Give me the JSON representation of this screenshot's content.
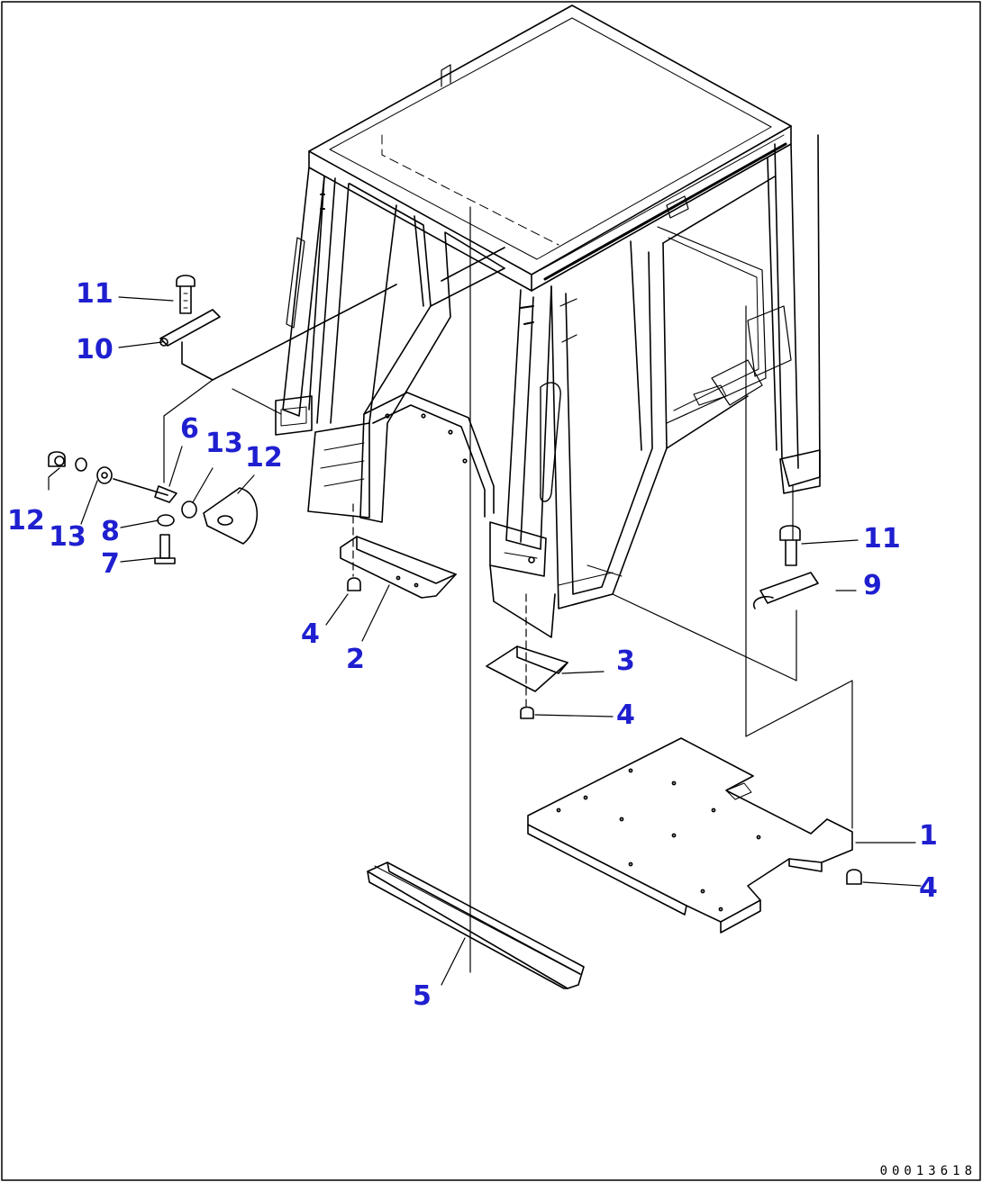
{
  "diagram": {
    "callouts": [
      {
        "id": "c1",
        "label": "1"
      },
      {
        "id": "c2",
        "label": "2"
      },
      {
        "id": "c3",
        "label": "3"
      },
      {
        "id": "c4a",
        "label": "4"
      },
      {
        "id": "c4b",
        "label": "4"
      },
      {
        "id": "c4c",
        "label": "4"
      },
      {
        "id": "c5",
        "label": "5"
      },
      {
        "id": "c6",
        "label": "6"
      },
      {
        "id": "c7",
        "label": "7"
      },
      {
        "id": "c8",
        "label": "8"
      },
      {
        "id": "c9",
        "label": "9"
      },
      {
        "id": "c10",
        "label": "10"
      },
      {
        "id": "c11a",
        "label": "11"
      },
      {
        "id": "c11b",
        "label": "11"
      },
      {
        "id": "c12a",
        "label": "12"
      },
      {
        "id": "c12b",
        "label": "12"
      },
      {
        "id": "c13a",
        "label": "13"
      },
      {
        "id": "c13b",
        "label": "13"
      }
    ],
    "document_number": "00013618",
    "colors": {
      "callout": "#1f1fd0",
      "lines": "#000000",
      "background": "#ffffff"
    }
  }
}
